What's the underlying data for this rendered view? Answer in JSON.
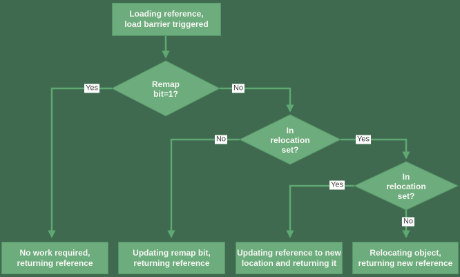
{
  "diagram": {
    "type": "flowchart",
    "colors": {
      "background": "#3F6A4F",
      "node_fill": "#6DAC7C",
      "node_border": "#579669",
      "connector": "#5FA873",
      "node_text": "#F5F7F3",
      "edge_label_bg": "#FFFFFF",
      "edge_label_text": "#3C3C3C"
    },
    "nodes": [
      {
        "id": "start",
        "type": "process",
        "label": "Loading reference,\nload barrier triggered"
      },
      {
        "id": "remap-bit",
        "type": "decision",
        "label": "Remap\nbit=1?"
      },
      {
        "id": "in-relocation-set-1",
        "type": "decision",
        "label": "In\nrelocation\nset?"
      },
      {
        "id": "in-relocation-set-2",
        "type": "decision",
        "label": "In\nrelocation\nset?"
      },
      {
        "id": "no-work-required",
        "type": "process",
        "label": "No work required,\nreturning reference"
      },
      {
        "id": "updating-remap-bit",
        "type": "process",
        "label": "Updating remap bit,\nreturning reference"
      },
      {
        "id": "updating-reference",
        "type": "process",
        "label": "Updating reference to new\nlocation and returning it"
      },
      {
        "id": "relocating-object",
        "type": "process",
        "label": "Relocating object,\nreturning new reference"
      }
    ],
    "edges": [
      {
        "from": "start",
        "to": "remap-bit",
        "label": ""
      },
      {
        "from": "remap-bit",
        "to": "no-work-required",
        "label": "Yes"
      },
      {
        "from": "remap-bit",
        "to": "in-relocation-set-1",
        "label": "No"
      },
      {
        "from": "in-relocation-set-1",
        "to": "updating-remap-bit",
        "label": "No"
      },
      {
        "from": "in-relocation-set-1",
        "to": "in-relocation-set-2",
        "label": "Yes"
      },
      {
        "from": "in-relocation-set-2",
        "to": "updating-reference",
        "label": "Yes"
      },
      {
        "from": "in-relocation-set-2",
        "to": "relocating-object",
        "label": "No"
      }
    ]
  }
}
